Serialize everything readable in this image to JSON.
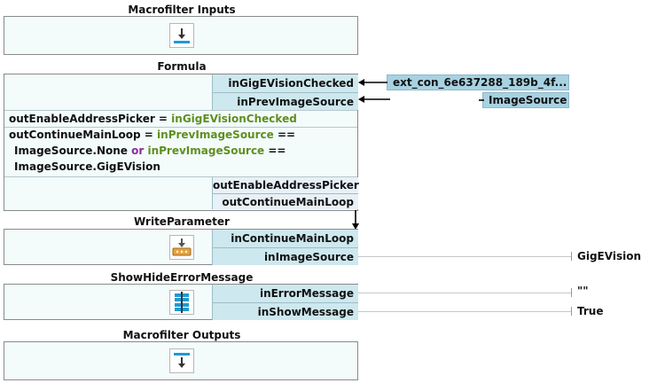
{
  "macrofilter_inputs": {
    "title": "Macrofilter Inputs",
    "icon": "input-arrow-icon"
  },
  "formula": {
    "title": "Formula",
    "inputs": [
      {
        "label": "inGigEVisionChecked",
        "source": "ext_con_6e637288_189b_4f..."
      },
      {
        "label": "inPrevImageSource",
        "source": "ImageSource"
      }
    ],
    "line1": {
      "lhs": "outEnableAddressPicker",
      "op": " = ",
      "rhs": "inGigEVisionChecked"
    },
    "line2": {
      "a": "outContinueMainLoop",
      "b": " = ",
      "c": "inPrevImageSource",
      "d": " ==",
      "e": "ImageSource.None ",
      "f": "or",
      "g": " ",
      "h": "inPrevImageSource",
      "i": " ==",
      "j": "ImageSource.GigEVision"
    },
    "outputs": [
      "outEnableAddressPicker",
      "outContinueMainLoop"
    ]
  },
  "write_parameter": {
    "title": "WriteParameter",
    "icon": "write-parameter-icon",
    "inputs": [
      {
        "label": "inContinueMainLoop"
      },
      {
        "label": "inImageSource",
        "value": "GigEVision"
      }
    ]
  },
  "show_hide_error": {
    "title": "ShowHideErrorMessage",
    "icon": "show-hide-icon",
    "inputs": [
      {
        "label": "inErrorMessage",
        "value": "\"\""
      },
      {
        "label": "inShowMessage",
        "value": "True"
      }
    ]
  },
  "macrofilter_outputs": {
    "title": "Macrofilter Outputs",
    "icon": "output-arrow-icon"
  },
  "colors": {
    "block_bg": "#f3fbfb",
    "port_bg": "#cde8ee",
    "source_chip": "#a7d2e2",
    "identifier_green": "#5f8f1e",
    "keyword_purple": "#8a2c9a"
  }
}
